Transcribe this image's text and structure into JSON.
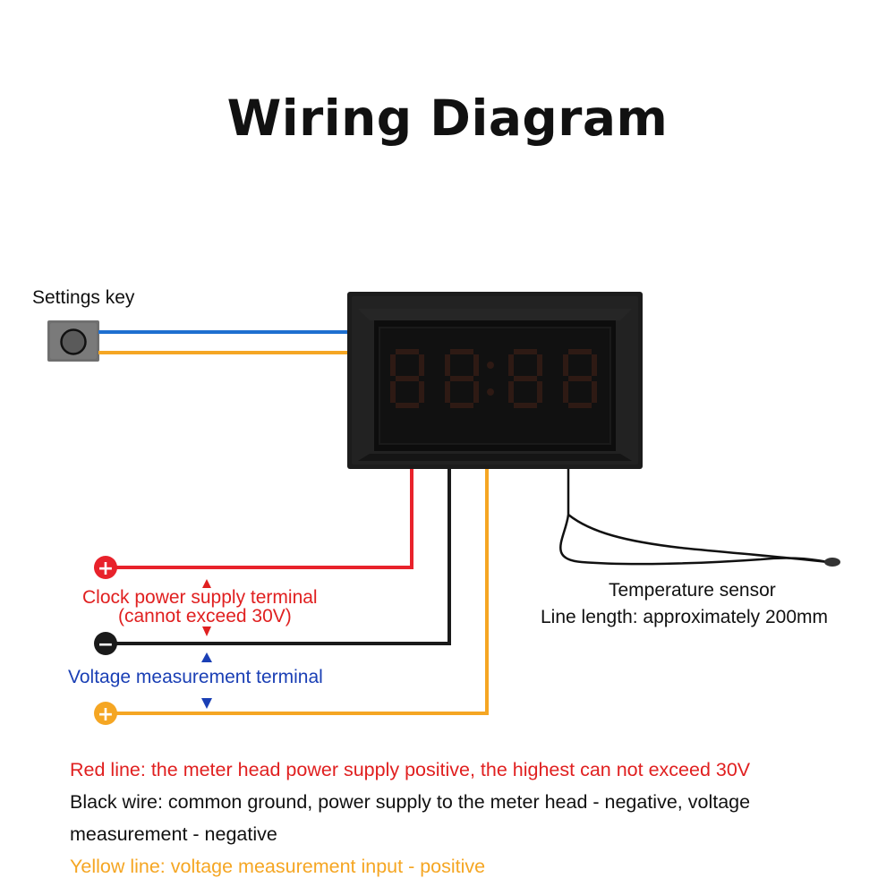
{
  "title": "Wiring Diagram",
  "labels": {
    "settings_key": "Settings key",
    "clock_line1": "Clock power supply terminal",
    "clock_line2": "(cannot exceed 30V)",
    "voltage_terminal": "Voltage measurement terminal",
    "temp_line1": "Temperature sensor",
    "temp_line2": "Line length: approximately 200mm"
  },
  "terminals": {
    "positive_symbol": "+",
    "negative_symbol": "−",
    "input_symbol": "+"
  },
  "legend": {
    "red": "Red line: the meter head power supply positive, the highest can not exceed 30V",
    "black_line1": "Black wire: common ground, power supply to the meter head - negative, voltage",
    "black_line2": "measurement - negative",
    "yellow": "Yellow line: voltage measurement input - positive"
  },
  "colors": {
    "red_wire": "#e8222b",
    "black_wire": "#1a1a1a",
    "yellow_wire": "#f5a623",
    "blue_wire": "#1e6fd0",
    "arrow_red": "#e02020",
    "arrow_blue": "#1a3fb5"
  },
  "icons": {
    "push_button": "push-button-icon",
    "led_display": "seven-segment-display-icon",
    "probe": "temperature-probe-icon"
  }
}
